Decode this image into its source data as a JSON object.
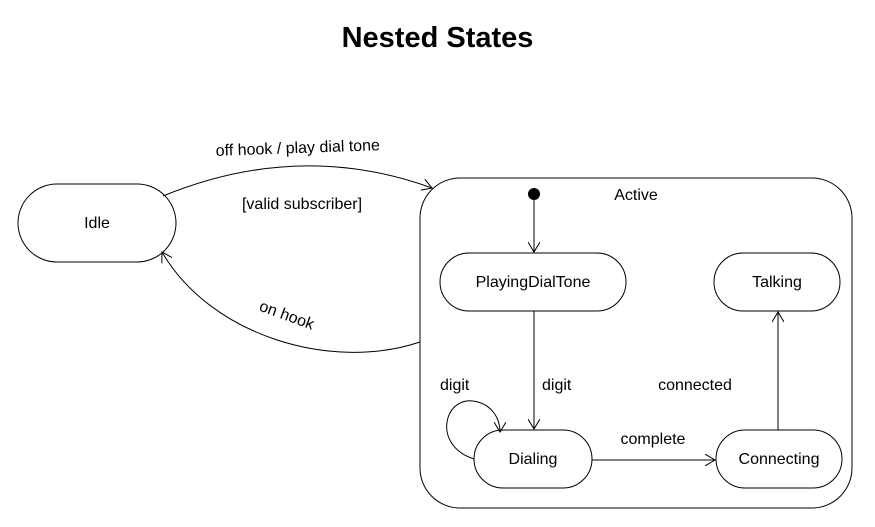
{
  "title": "Nested States",
  "states": {
    "idle": "Idle",
    "active": "Active",
    "playing_dial_tone": "PlayingDialTone",
    "dialing": "Dialing",
    "connecting": "Connecting",
    "talking": "Talking"
  },
  "transitions": {
    "off_hook": "off hook / play dial tone",
    "guard": "[valid subscriber]",
    "on_hook": "on hook",
    "digit_self": "digit",
    "digit": "digit",
    "complete": "complete",
    "connected": "connected"
  },
  "colors": {
    "stroke": "#000000",
    "background": "#ffffff"
  }
}
